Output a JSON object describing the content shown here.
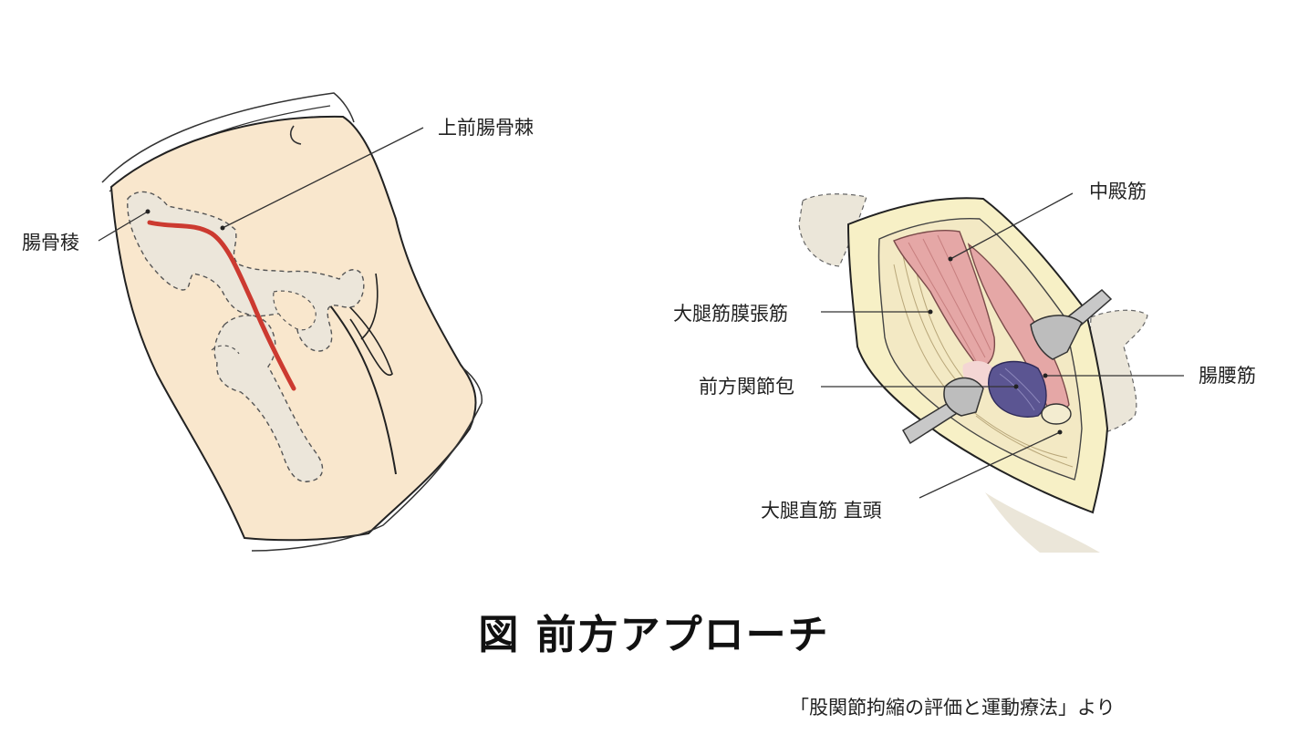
{
  "labels": {
    "iliac_spine": "上前腸骨棘",
    "iliac_crest": "腸骨稜",
    "gluteus_medius": "中殿筋",
    "tensor_fasciae_latae": "大腿筋膜張筋",
    "iliopsoas": "腸腰筋",
    "anterior_capsule": "前方関節包",
    "rectus_femoris_direct_head": "大腿直筋 直頭"
  },
  "title": "図 前方アプローチ",
  "source": "「股関節拘縮の評価と運動療法」より",
  "colors": {
    "skin": "#f9e7cd",
    "bone": "#ece6da",
    "incision": "#cc3a30",
    "outline": "#222222",
    "muscle": "#e5a7a6",
    "capsule": "#5b5592",
    "fascia": "#f7f0c6",
    "retractor": "#bdbdbd"
  }
}
